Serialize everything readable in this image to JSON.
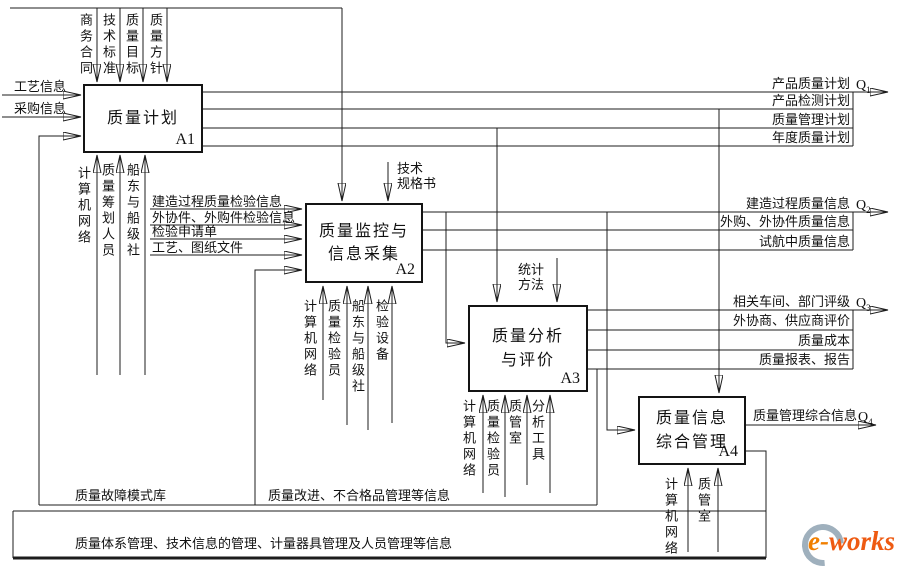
{
  "a1": {
    "title": "质量计划",
    "code": "A1",
    "controls": [
      "商务合同",
      "技术标准",
      "质量目标",
      "质量方针"
    ],
    "inputs": [
      "工艺信息",
      "采购信息"
    ],
    "mechanisms": [
      "计算机网络",
      "质量筹划人员",
      "船东与船级社"
    ],
    "outputs": [
      "产品质量计划",
      "产品检测计划",
      "质量管理计划",
      "年度质量计划"
    ],
    "q": {
      "base": "Q",
      "sub": "1"
    }
  },
  "a2": {
    "title_line1": "质量监控与",
    "title_line2": "信息采集",
    "code": "A2",
    "control_lines": [
      "技术",
      "规格书"
    ],
    "inputs": [
      "建造过程质量检验信息",
      "外协件、外购件检验信息",
      "检验申请单",
      "工艺、图纸文件"
    ],
    "mechanisms": [
      "计算机网络",
      "质量检验员",
      "船东与船级社",
      "检验设备"
    ],
    "outputs": [
      "建造过程质量信息",
      "外购、外协件质量信息",
      "试航中质量信息"
    ],
    "q": {
      "base": "Q",
      "sub": "2"
    }
  },
  "a3": {
    "title_line1": "质量分析",
    "title_line2": "与评价",
    "code": "A3",
    "control_lines": [
      "统计",
      "方法"
    ],
    "outputs": [
      "相关车间、部门评级",
      "外协商、供应商评价",
      "质量成本",
      "质量报表、报告"
    ],
    "mechanisms": [
      "计算机网络",
      "质量检验员",
      "质管室",
      "分析工具"
    ],
    "q": {
      "base": "Q",
      "sub": "3"
    }
  },
  "a4": {
    "title_line1": "质量信息",
    "title_line2": "综合管理",
    "code": "A4",
    "output": "质量管理综合信息",
    "mechanisms": [
      "计算机网络",
      "质管室"
    ],
    "q": {
      "base": "Q",
      "sub": "4"
    }
  },
  "feedback": {
    "fault_library": "质量故障模式库",
    "improvement": "质量改进、不合格品管理等信息",
    "system": "质量体系管理、技术信息的管理、计量器具管理及人员管理等信息"
  },
  "logo": {
    "e": "e",
    "hyphen": "-",
    "rest": "works"
  }
}
